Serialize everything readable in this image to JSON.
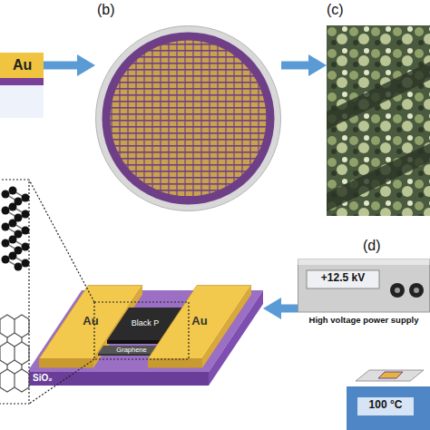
{
  "diagram": {
    "nodes": [
      {
        "text": [
          "Au"
        ]
      },
      {
        "text": [
          "(b)"
        ]
      },
      {
        "text": [
          "(c)"
        ]
      },
      {
        "text": [
          "SiO₂"
        ]
      },
      {
        "text": [
          "Au"
        ],
        "in": 3
      },
      {
        "text": [
          "Black P"
        ],
        "in": 3
      },
      {
        "text": [
          "Graphene"
        ],
        "in": 3
      },
      {
        "text": [
          "Au"
        ],
        "in": 3
      },
      {
        "text": [
          "(d)",
          "+12.5 kV",
          "High voltage power supply"
        ]
      },
      {
        "text": [
          "100 °C"
        ]
      }
    ],
    "edges": [
      {
        "from": 0,
        "to": 1,
        "arrow": "to"
      },
      {
        "from": 1,
        "to": 2,
        "arrow": "to"
      },
      {
        "from": 8,
        "to": 3,
        "arrow": "to"
      }
    ]
  }
}
